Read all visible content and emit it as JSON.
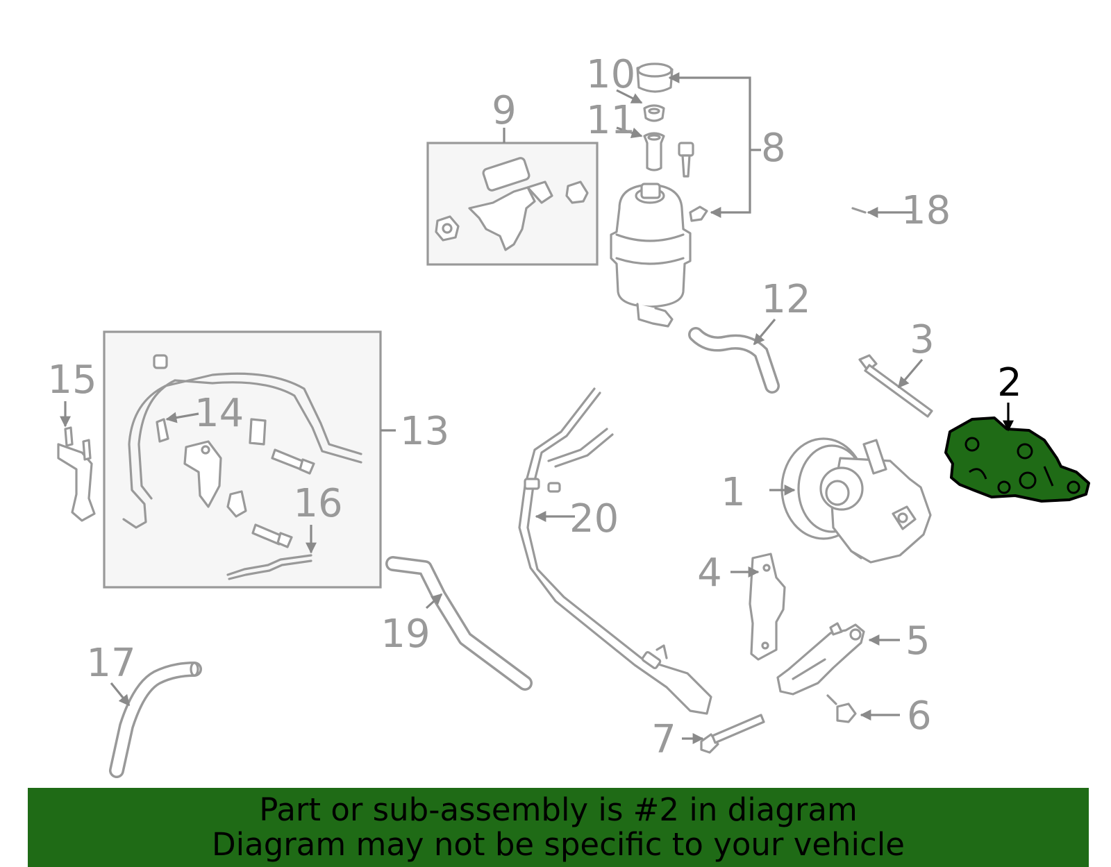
{
  "colors": {
    "highlight": "#1f6b16",
    "line": "#999999",
    "box": "#f6f6f6",
    "banner": "#1f6b16"
  },
  "highlighted_part": "2",
  "callouts": {
    "c1": "1",
    "c2": "2",
    "c3": "3",
    "c4": "4",
    "c5": "5",
    "c6": "6",
    "c7": "7",
    "c8": "8",
    "c9": "9",
    "c10": "10",
    "c11": "11",
    "c12": "12",
    "c13": "13",
    "c14": "14",
    "c15": "15",
    "c16": "16",
    "c17": "17",
    "c18": "18",
    "c19": "19",
    "c20": "20"
  },
  "banner": {
    "line1": "Part or sub-assembly is #2 in diagram",
    "line2": "Diagram may not be specific to your vehicle"
  }
}
